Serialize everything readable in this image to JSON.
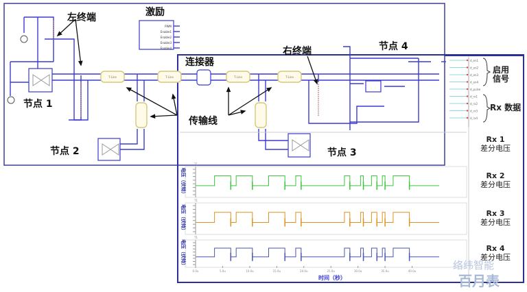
{
  "schematic": {
    "labels": {
      "left_termination": "左终端",
      "right_termination": "右终端",
      "stimulus": "激励",
      "connector": "连接器",
      "transmission_line": "传输线",
      "node1": "节点 1",
      "node2": "节点 2",
      "node3": "节点 3",
      "node4": "节点 4"
    },
    "tline_label": "T-Line",
    "stimulus_block": {
      "title": "PWM Waveform",
      "pins": [
        "PWM",
        "Enable1",
        "Enable2",
        "Enable3",
        "Enable4"
      ]
    },
    "signal_list": {
      "enable_signals": [
        "d_en1",
        "d_en2",
        "d_en3",
        "d_en4"
      ],
      "pulse_signal": "d_pulse",
      "rx_signals": [
        "d_rx1",
        "d_rx2",
        "d_rx3",
        "d_rx4"
      ],
      "enable_group_label": "启用\n信号",
      "rx_group_label": "Rx 数据"
    }
  },
  "waveform_panel": {
    "trace_labels": [
      {
        "name": "Rx 1",
        "sub": "差分电压"
      },
      {
        "name": "Rx 2",
        "sub": "差分电压"
      },
      {
        "name": "Rx 3",
        "sub": "差分电压"
      },
      {
        "name": "Rx 4",
        "sub": "差分电压"
      }
    ],
    "y_axis_label": "电压（伏特）",
    "x_axis_label": "时间（秒）",
    "x_ticks": [
      "0.0u",
      "5.0u",
      "10.0u",
      "15.0u",
      "20.0u",
      "25.0u",
      "30.0u",
      "35.0u",
      "40.0u"
    ],
    "trace_tag": "T1",
    "colors": {
      "rx2": "#3cc43c",
      "rx3": "#e0901e",
      "rx4": "#4a55b0",
      "frame": "#2a2f99",
      "wire": "#3a3ad0",
      "tline": "#d4c77a"
    }
  },
  "chart_data": {
    "type": "line",
    "title": "",
    "xlabel": "时间（秒）",
    "ylabel": "电压（伏特）",
    "x_unit": "us",
    "xlim": [
      0,
      45
    ],
    "series": [
      {
        "name": "Rx 2 差分电压",
        "edges_us": [
          3.5,
          6.5,
          7.5,
          10.5,
          13.5,
          16.5,
          18.5,
          19.5,
          27.5,
          28.5,
          30.5,
          31,
          32.5,
          33.5,
          34.5,
          35,
          36.5,
          39.5
        ],
        "levels": [
          "low",
          "high",
          "low",
          "high",
          "low",
          "high",
          "low",
          "high",
          "low",
          "high",
          "low",
          "high",
          "low",
          "high",
          "low",
          "high",
          "low",
          "high",
          "low"
        ]
      },
      {
        "name": "Rx 3 差分电压",
        "edges_us": [
          3.5,
          6.5,
          7.5,
          10.5,
          13.5,
          16.5,
          18.5,
          19.5,
          27.5,
          28.5,
          30.5,
          31,
          32.5,
          33.5,
          34.5,
          35,
          36.5,
          39.5
        ],
        "levels": [
          "low",
          "high",
          "low",
          "high",
          "low",
          "high",
          "low",
          "high",
          "low",
          "high",
          "low",
          "high",
          "low",
          "high",
          "low",
          "high",
          "low",
          "high",
          "low"
        ]
      },
      {
        "name": "Rx 4 差分电压",
        "edges_us": [
          3.5,
          6.5,
          7.5,
          10.5,
          13.5,
          16.5,
          18.5,
          19.5,
          27.5,
          28.5,
          30.5,
          31,
          32.5,
          33.5,
          34.5,
          35,
          36.5,
          39.5
        ],
        "levels": [
          "low",
          "high",
          "low",
          "high",
          "low",
          "high",
          "low",
          "high",
          "low",
          "high",
          "low",
          "high",
          "low",
          "high",
          "low",
          "high",
          "low",
          "high",
          "low"
        ]
      }
    ]
  },
  "watermark": {
    "text1": "络纬智能",
    "text2": "百月表"
  }
}
